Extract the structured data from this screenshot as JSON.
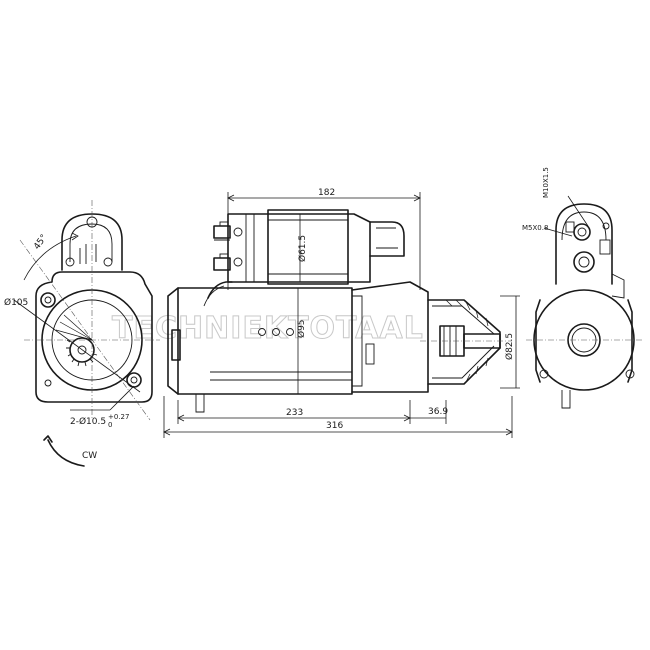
{
  "watermark": "TECHNIEKTOTAAL",
  "dimensions": {
    "top_length": "182",
    "solenoid_diameter": "Ø61.5",
    "housing_diameter": "Ø95",
    "nose_diameter": "Ø82.5",
    "body_length": "233",
    "pinion_length": "36.9",
    "overall_length": "316",
    "flange_diameter": "Ø105",
    "angle": "45°",
    "mount_holes": "2-Ø10.5",
    "mount_tol_upper": "+0.27",
    "mount_tol_lower": "0",
    "terminal_large": "M10X1.5",
    "terminal_small": "M5X0.8",
    "rotation": "CW"
  }
}
